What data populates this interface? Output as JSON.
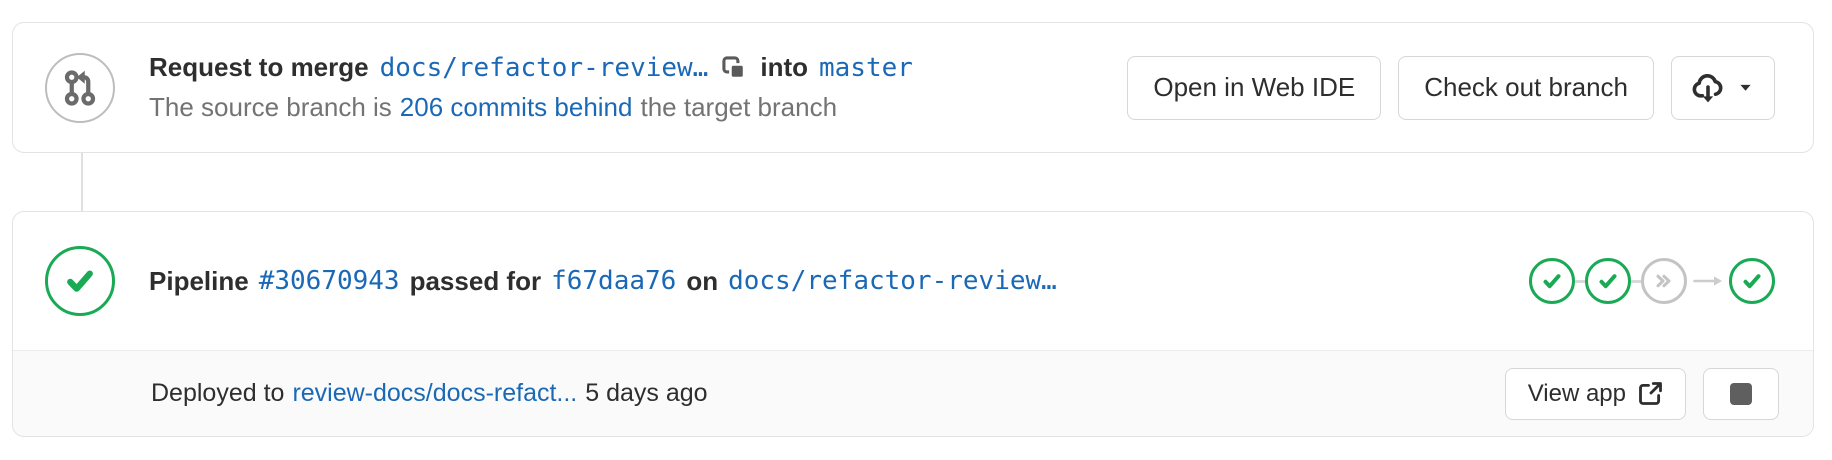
{
  "colors": {
    "link_blue": "#1b69b6",
    "success_green": "#1aaa55",
    "skipped_gray": "#c4c4c4"
  },
  "merge_request": {
    "avatar_icon": "merge-request-icon",
    "title_prefix": "Request to merge",
    "source_branch": "docs/refactor-review…",
    "copy_icon": "copy-to-clipboard-icon",
    "title_middle": "into",
    "target_branch": "master",
    "subtitle_prefix": "The source branch is",
    "behind_link": "206 commits behind",
    "subtitle_suffix": "the target branch",
    "actions": {
      "open_web_ide": "Open in Web IDE",
      "check_out_branch": "Check out branch",
      "download_icon": "cloud-download-icon",
      "caret_icon": "caret-down-icon"
    }
  },
  "pipeline": {
    "status_icon": "success-check-icon",
    "label": "Pipeline",
    "id": "#30670943",
    "status_text": "passed for",
    "commit": "f67daa76",
    "on_label": "on",
    "branch": "docs/refactor-review…",
    "stages": [
      {
        "status": "passed"
      },
      {
        "status": "passed"
      },
      {
        "status": "skipped"
      },
      {
        "status": "passed",
        "downstream": true
      }
    ]
  },
  "deployment": {
    "prefix": "Deployed to",
    "environment": "review-docs/docs-refact...",
    "time": "5 days ago",
    "view_app": "View app",
    "external_icon": "external-link-icon",
    "stop_icon": "stop-square-icon"
  }
}
